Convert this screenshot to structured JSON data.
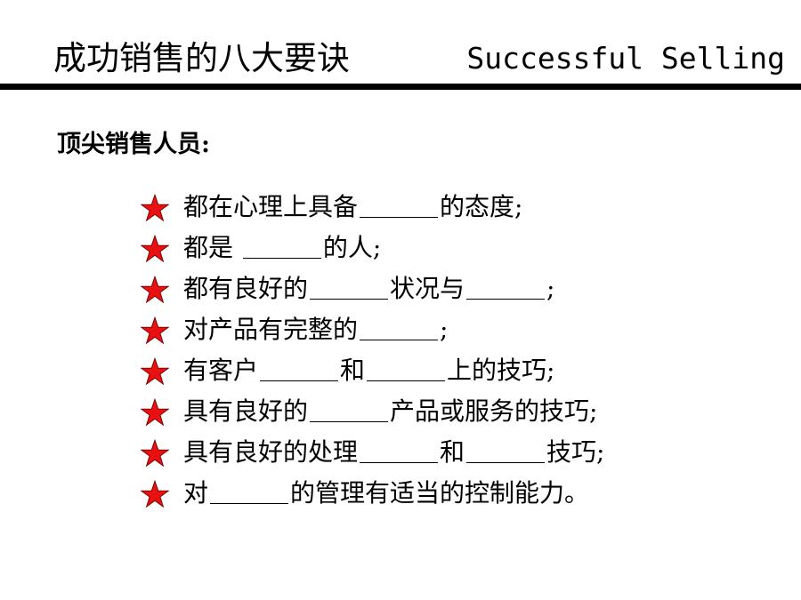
{
  "slide": {
    "title_zh": "成功销售的八大要诀",
    "title_en": "Successful Selling",
    "subtitle": "顶尖销售人员:",
    "bullet_icon": "star-icon",
    "bullet_color": "#e81010",
    "items": [
      {
        "parts": [
          "都在心理上具备",
          "______",
          "的态度;"
        ]
      },
      {
        "parts": [
          "都是 ",
          "______",
          "的人;"
        ]
      },
      {
        "parts": [
          "都有良好的",
          "______",
          "状况与",
          "______",
          ";"
        ]
      },
      {
        "parts": [
          "对产品有完整的",
          "______",
          ";"
        ]
      },
      {
        "parts": [
          "有客户",
          "______",
          "和",
          "______",
          "上的技巧;"
        ]
      },
      {
        "parts": [
          "具有良好的",
          "______",
          "产品或服务的技巧;"
        ]
      },
      {
        "parts": [
          "具有良好的处理",
          "______",
          "和",
          "______",
          "技巧;"
        ]
      },
      {
        "parts": [
          "对",
          "______",
          "的管理有适当的控制能力。"
        ]
      }
    ]
  }
}
